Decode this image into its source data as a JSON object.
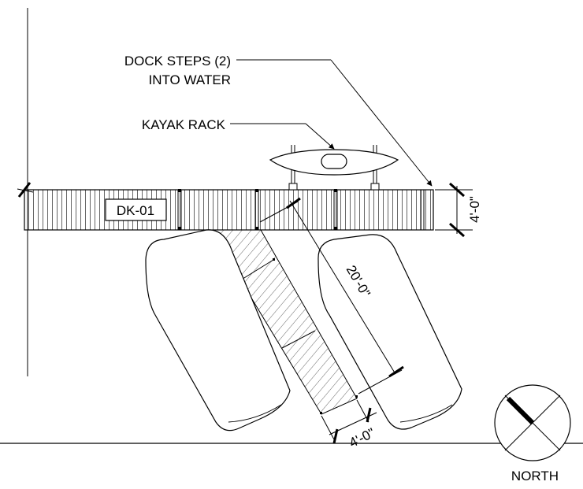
{
  "labels": {
    "dock_steps_line1": "DOCK STEPS (2)",
    "dock_steps_line2": "INTO WATER",
    "kayak_rack": "KAYAK RACK",
    "dock_tag": "DK-01",
    "dock_width_dim": "4'-0\"",
    "ramp_length_dim": "20'-0\"",
    "ramp_width_dim": "4'-0\"",
    "north": "NORTH"
  },
  "colors": {
    "ink": "#000000",
    "paper": "#ffffff"
  }
}
